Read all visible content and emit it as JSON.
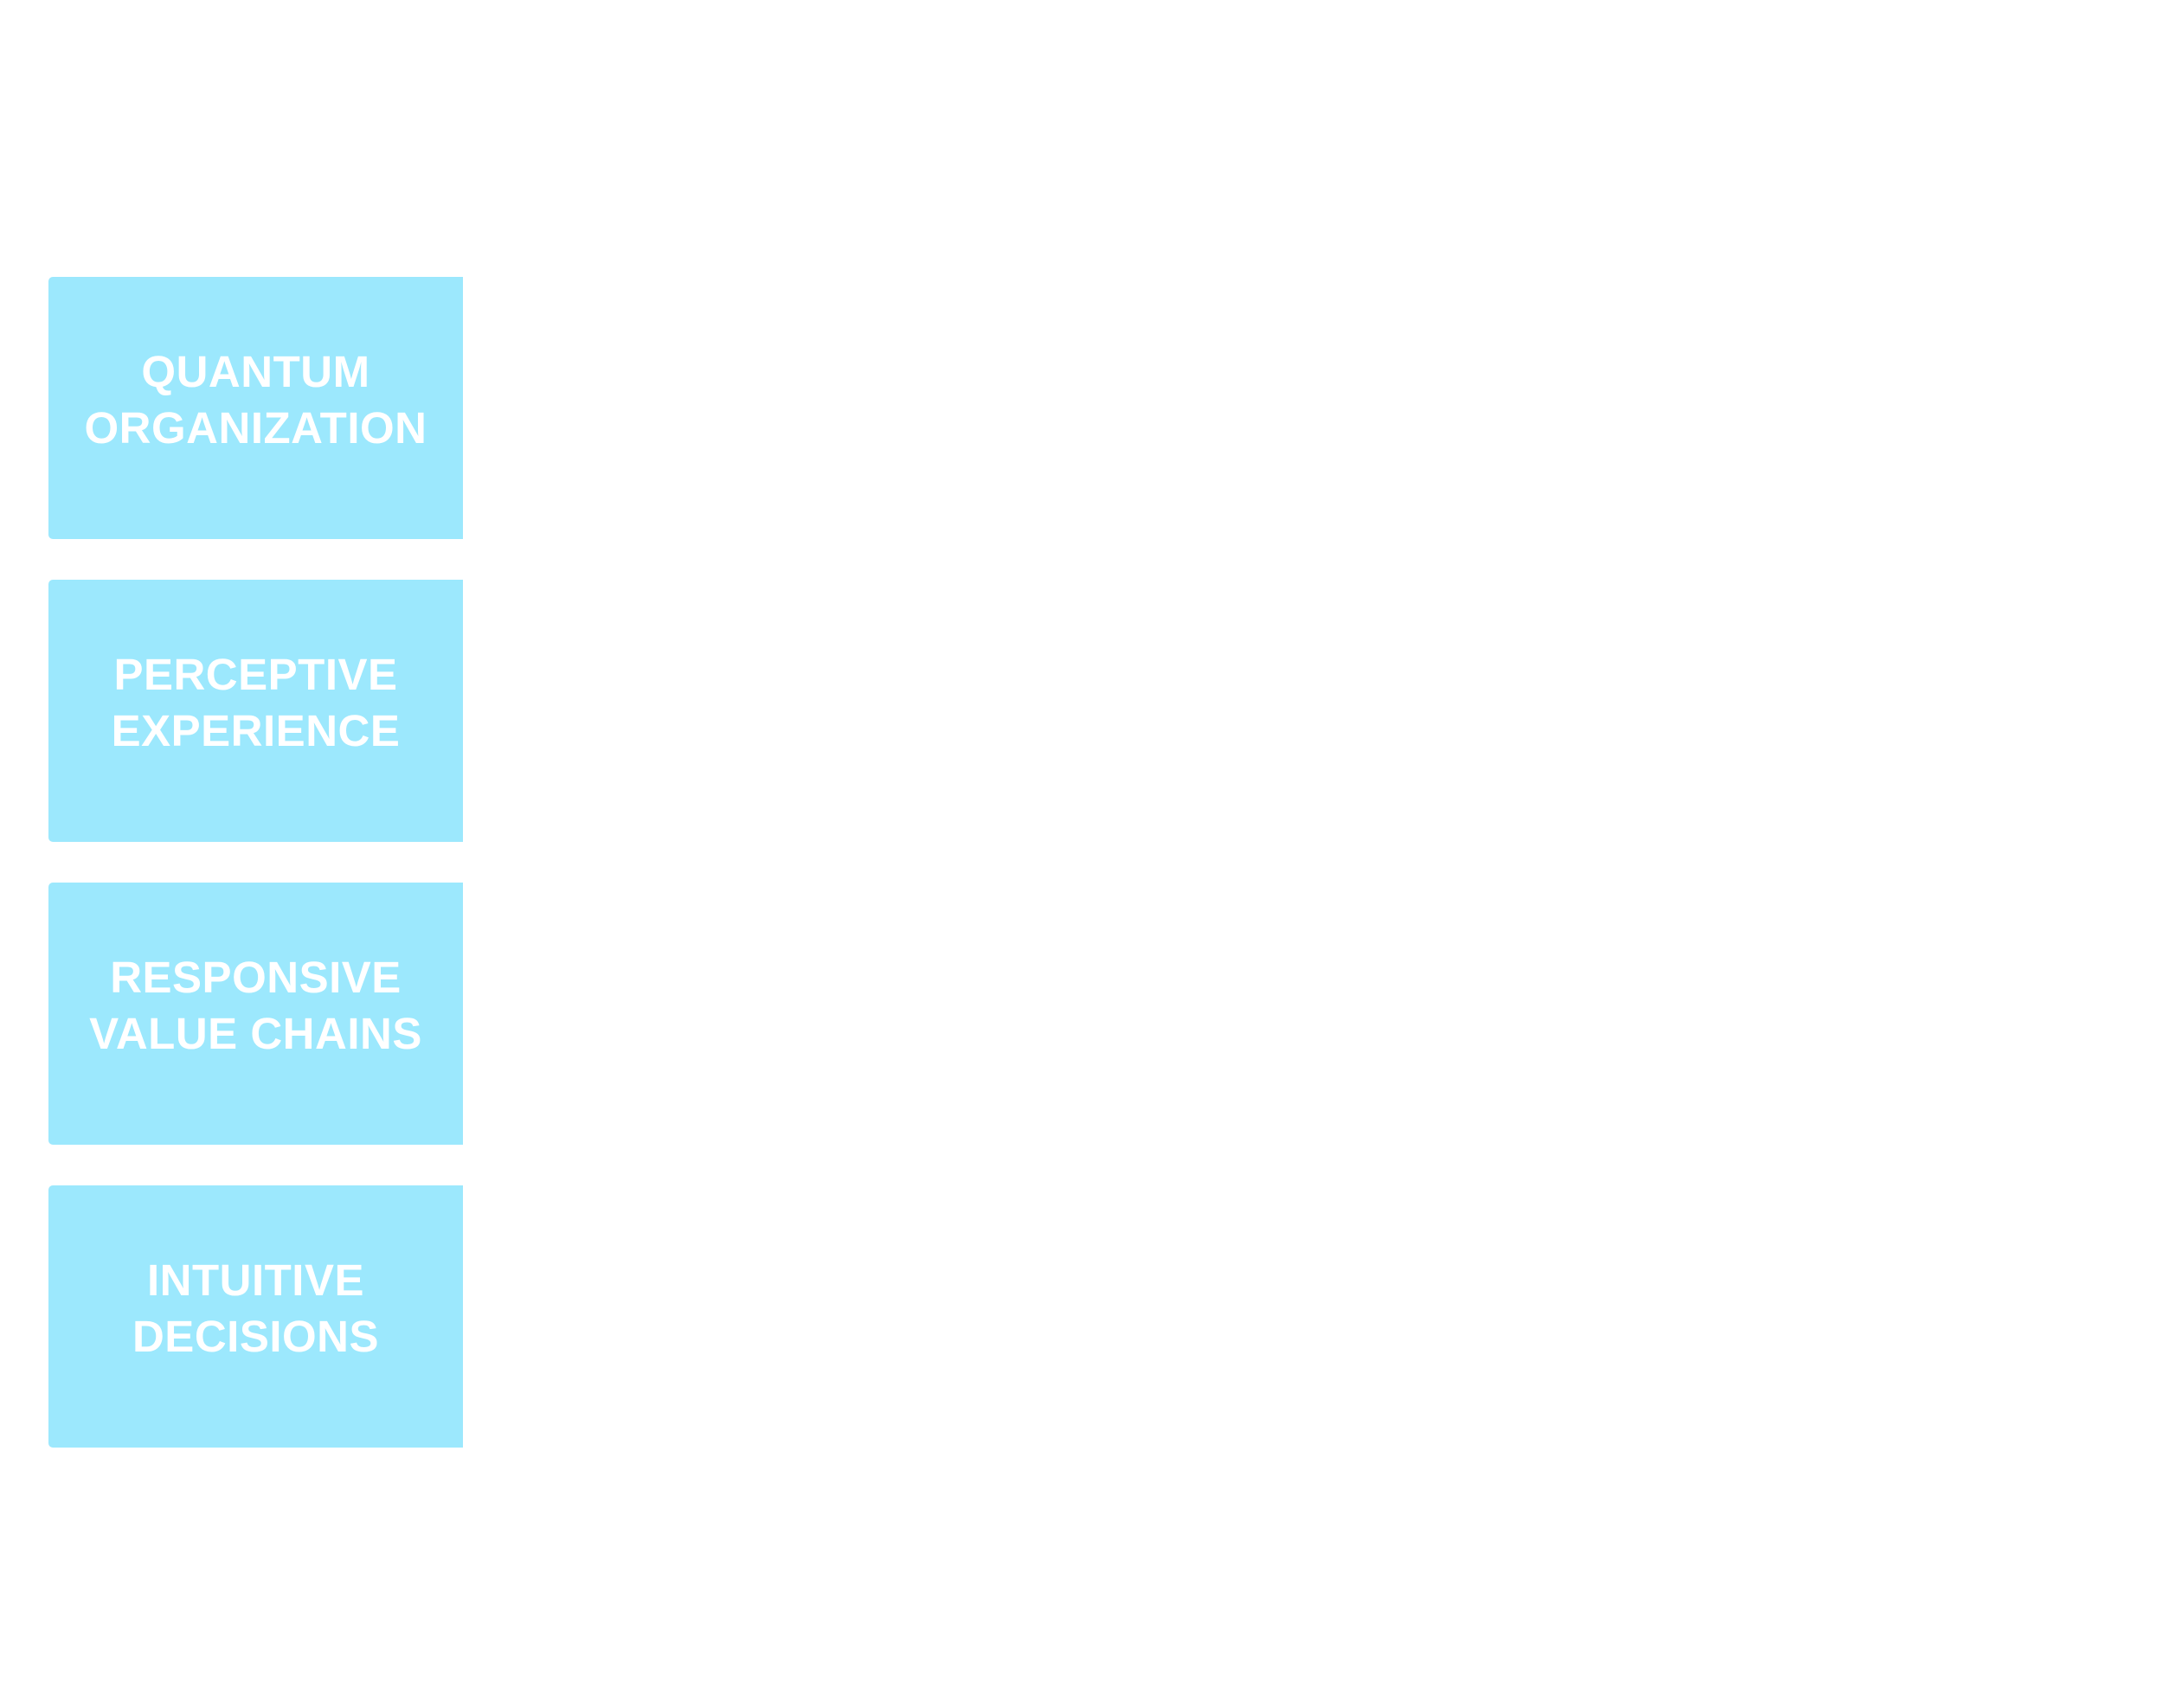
{
  "tiles": [
    {
      "label": "QUANTUM\nORGANIZATION"
    },
    {
      "label": "PERCEPTIVE\nEXPERIENCE"
    },
    {
      "label": "RESPONSIVE\nVALUE CHAINS"
    },
    {
      "label": "INTUITIVE\nDECISIONS"
    }
  ],
  "colors": {
    "tile_fill": "#9ce8fd",
    "tile_text": "#ffffff",
    "background": "#ffffff"
  }
}
